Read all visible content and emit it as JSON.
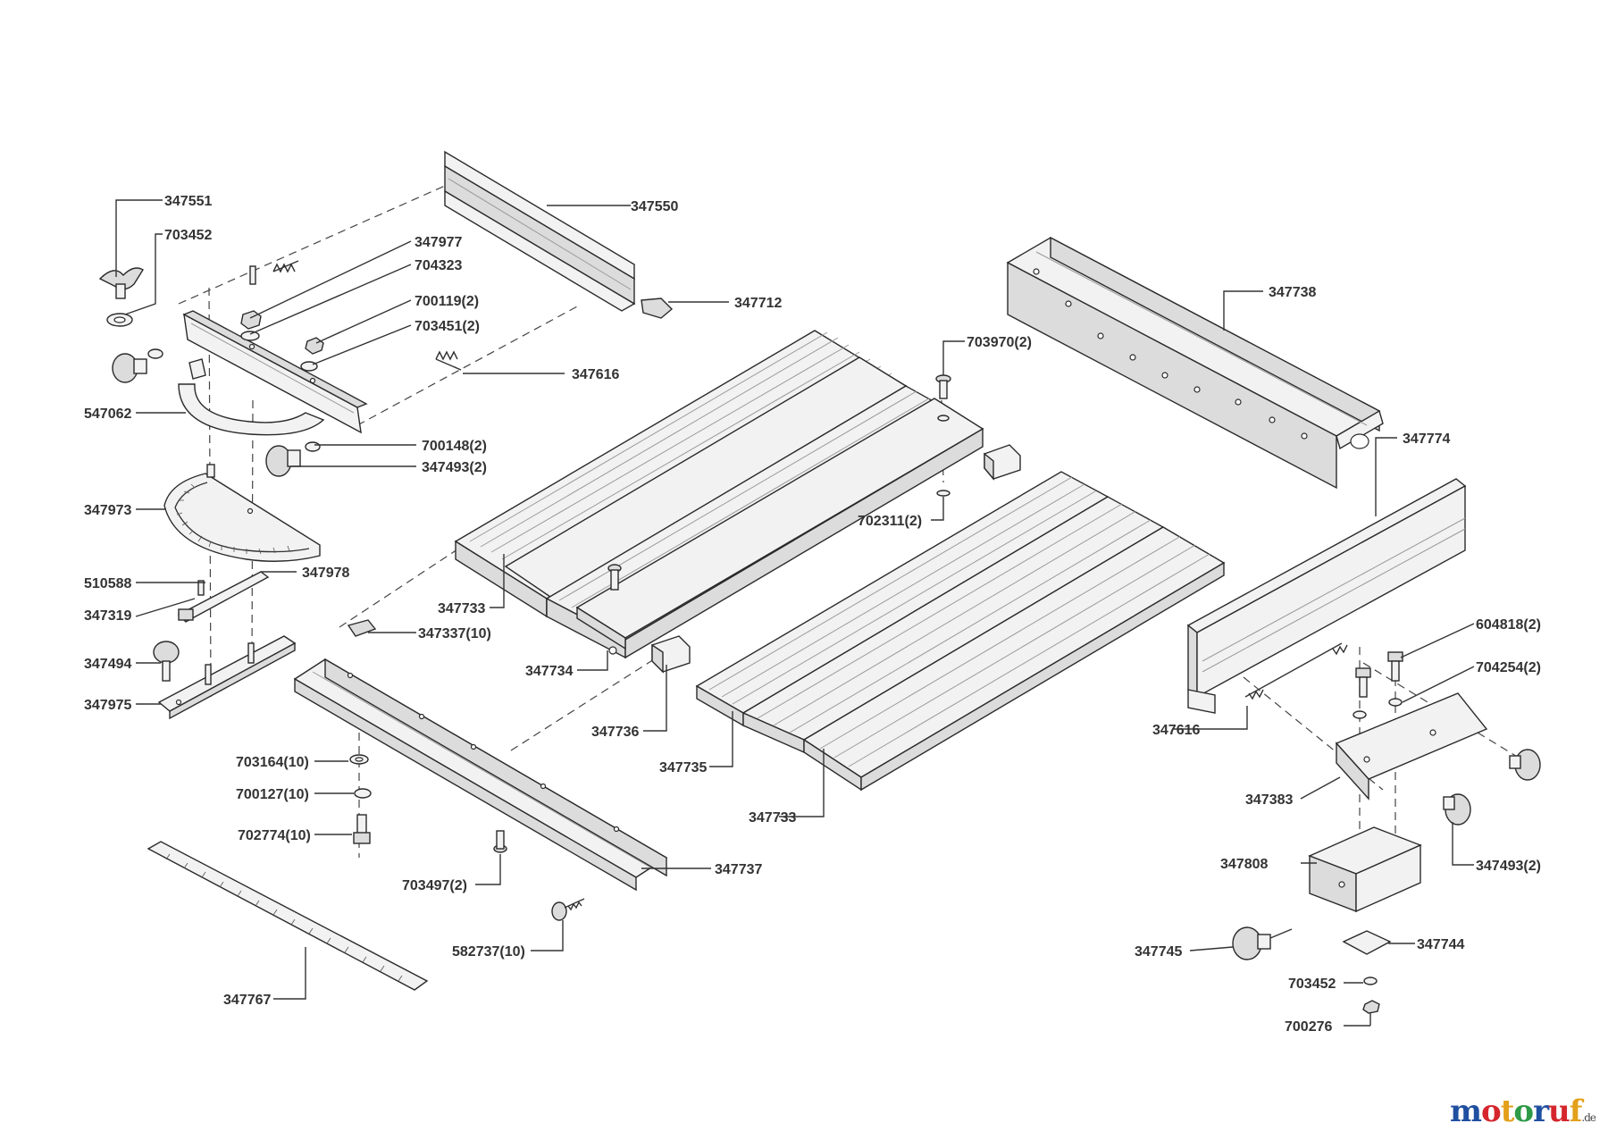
{
  "labels": {
    "l1": "347551",
    "l2": "703452",
    "l3": "347550",
    "l4": "347977",
    "l5": "704323",
    "l6": "700119(2)",
    "l7": "703451(2)",
    "l8": "347712",
    "l9": "347616",
    "l10": "547062",
    "l11": "700148(2)",
    "l12": "347493(2)",
    "l13": "347973",
    "l14": "510588",
    "l15": "347978",
    "l16": "347319",
    "l17": "347494",
    "l18": "347975",
    "l19": "347733",
    "l20": "347337(10)",
    "l21": "347734",
    "l22": "703970(2)",
    "l23": "702311(2)",
    "l24": "347738",
    "l25": "347774",
    "l26": "604818(2)",
    "l27": "704254(2)",
    "l28": "347616",
    "l29": "347383",
    "l30": "347493(2)",
    "l31": "347808",
    "l32": "347744",
    "l33": "347745",
    "l34": "703452",
    "l35": "700276",
    "l36": "347736",
    "l37": "347735",
    "l38": "347733",
    "l39": "703164(10)",
    "l40": "700127(10)",
    "l41": "702774(10)",
    "l42": "347737",
    "l43": "703497(2)",
    "l44": "582737(10)",
    "l45": "347767"
  },
  "watermark": {
    "letters": [
      "m",
      "o",
      "t",
      "o",
      "r",
      "u",
      "f"
    ],
    "colors": [
      "#1f4fa0",
      "#d4262c",
      "#e3a01a",
      "#2e9a47",
      "#1f4fa0",
      "#d4262c",
      "#e3a01a"
    ],
    "tld": ".de"
  }
}
